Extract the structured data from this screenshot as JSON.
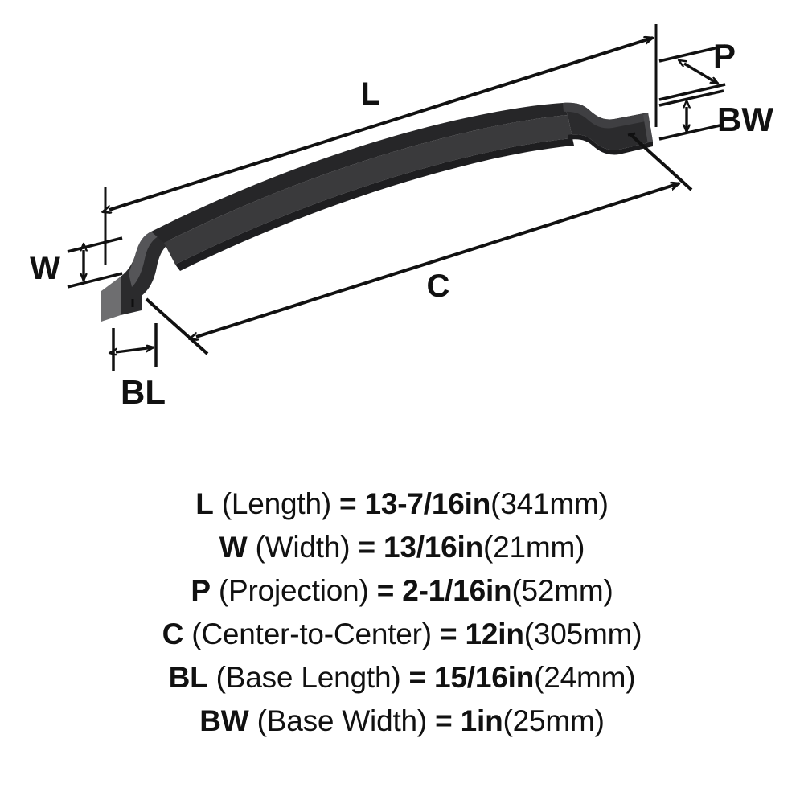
{
  "diagram": {
    "product": "arched cabinet pull handle",
    "dimension_markers": [
      {
        "id": "L",
        "label": "L",
        "name": "length-dimension"
      },
      {
        "id": "W",
        "label": "W",
        "name": "width-dimension"
      },
      {
        "id": "P",
        "label": "P",
        "name": "projection-dimension"
      },
      {
        "id": "C",
        "label": "C",
        "name": "center-to-center-dimension"
      },
      {
        "id": "BL",
        "label": "BL",
        "name": "base-length-dimension"
      },
      {
        "id": "BW",
        "label": "BW",
        "name": "base-width-dimension"
      }
    ],
    "colors": {
      "line": "#111111",
      "handle_front": "#3a3a3c",
      "handle_top": "#262628",
      "handle_side": "#6e6e70",
      "handle_dark": "#1e1e20",
      "background": "#ffffff"
    }
  },
  "legend": {
    "rows": [
      {
        "key": "L",
        "name": " (Length)",
        "eq": " = ",
        "imperial": "13-7/16in",
        "metric": "(341mm)"
      },
      {
        "key": "W",
        "name": " (Width)",
        "eq": " = ",
        "imperial": "13/16in",
        "metric": "(21mm)"
      },
      {
        "key": "P",
        "name": " (Projection)",
        "eq": " = ",
        "imperial": "2-1/16in",
        "metric": "(52mm)"
      },
      {
        "key": "C",
        "name": " (Center-to-Center)",
        "eq": " = ",
        "imperial": "12in",
        "metric": "(305mm)"
      },
      {
        "key": "BL",
        "name": " (Base Length)",
        "eq": " = ",
        "imperial": "15/16in",
        "metric": "(24mm)"
      },
      {
        "key": "BW",
        "name": " (Base Width)",
        "eq": " = ",
        "imperial": "1in",
        "metric": "(25mm)"
      }
    ]
  }
}
